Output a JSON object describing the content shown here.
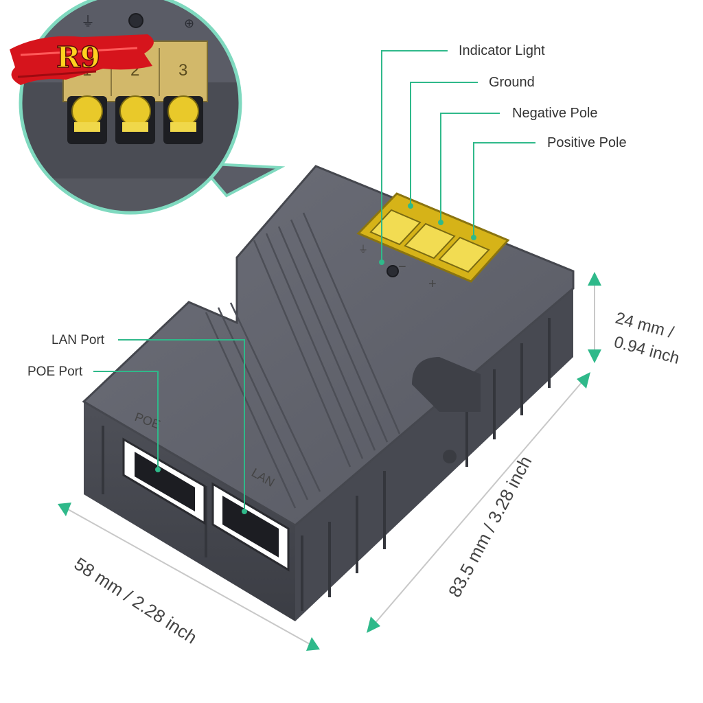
{
  "badge": {
    "text": "R9"
  },
  "zoom_inset": {
    "terminal_numbers": [
      "1",
      "2",
      "3"
    ]
  },
  "callouts": {
    "indicator_light": "Indicator Light",
    "ground": "Ground",
    "negative_pole": "Negative Pole",
    "positive_pole": "Positive Pole",
    "lan_port": "LAN Port",
    "poe_port": "POE Port"
  },
  "device": {
    "poe_marking": "POE",
    "lan_marking": "LAN",
    "minus_symbol": "−",
    "plus_symbol": "+"
  },
  "dimensions": {
    "height_line1": "24 mm /",
    "height_line2": "0.94 inch",
    "length": "83.5 mm / 3.28 inch",
    "width": "58 mm / 2.28 inch"
  },
  "colors": {
    "accent": "#2fb98a",
    "device_body": "#5a5c66",
    "terminal": "#e6c21c",
    "badge_red": "#d6141c"
  }
}
